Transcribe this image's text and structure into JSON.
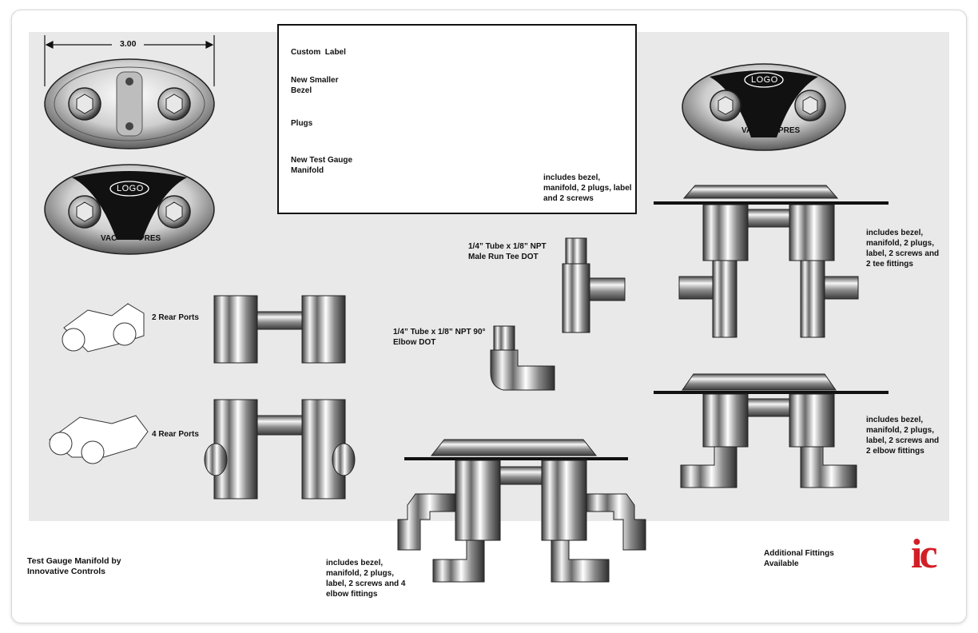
{
  "dimension": "3.00",
  "kit_box": {
    "custom_label": "Custom  Label",
    "new_bezel": "New Smaller Bezel",
    "plugs": "Plugs",
    "new_manifold": "New Test Gauge Manifold",
    "includes": "includes bezel, manifold, 2 plugs, label and 2 screws"
  },
  "bezel": {
    "logo": "LOGO",
    "vac": "VAC",
    "pres": "PRES"
  },
  "ports": {
    "two": "2 Rear Ports",
    "four": "4 Rear Ports"
  },
  "fittings": {
    "tee": "1/4” Tube x 1/8” NPT Male Run Tee DOT",
    "elbow": "1/4” Tube x 1/8” NPT 90° Elbow DOT"
  },
  "assemblies": {
    "tee_pair": "includes bezel, manifold, 2 plugs, label, 2 screws and 2 tee fittings",
    "elbow_pair": "includes bezel, manifold, 2 plugs, label, 2 screws and 2 elbow fittings",
    "elbow_four": "includes bezel, manifold, 2 plugs, label, 2 screws and 4 elbow fittings"
  },
  "footer": {
    "title": "Test Gauge Manifold by Innovative Controls",
    "additional": "Additional Fittings Available",
    "brand_mark": "ic"
  },
  "colors": {
    "panel": "#e9e9ea",
    "brand_red": "#d21f26",
    "ink": "#111111"
  }
}
